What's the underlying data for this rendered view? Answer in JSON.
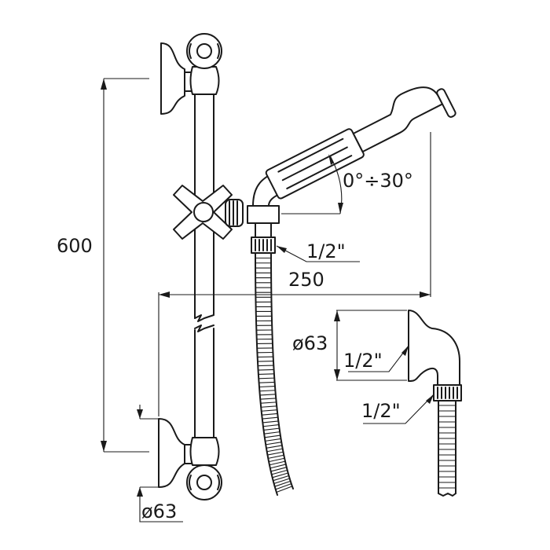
{
  "dimensions": {
    "height": "600",
    "width": "250",
    "angle": "0°÷30°",
    "thread_holder": "1/2\"",
    "plate_diameter_bottom": "ø63",
    "plate_diameter_detail": "ø63",
    "thread_detail_top": "1/2\"",
    "thread_detail_bottom": "1/2\""
  }
}
